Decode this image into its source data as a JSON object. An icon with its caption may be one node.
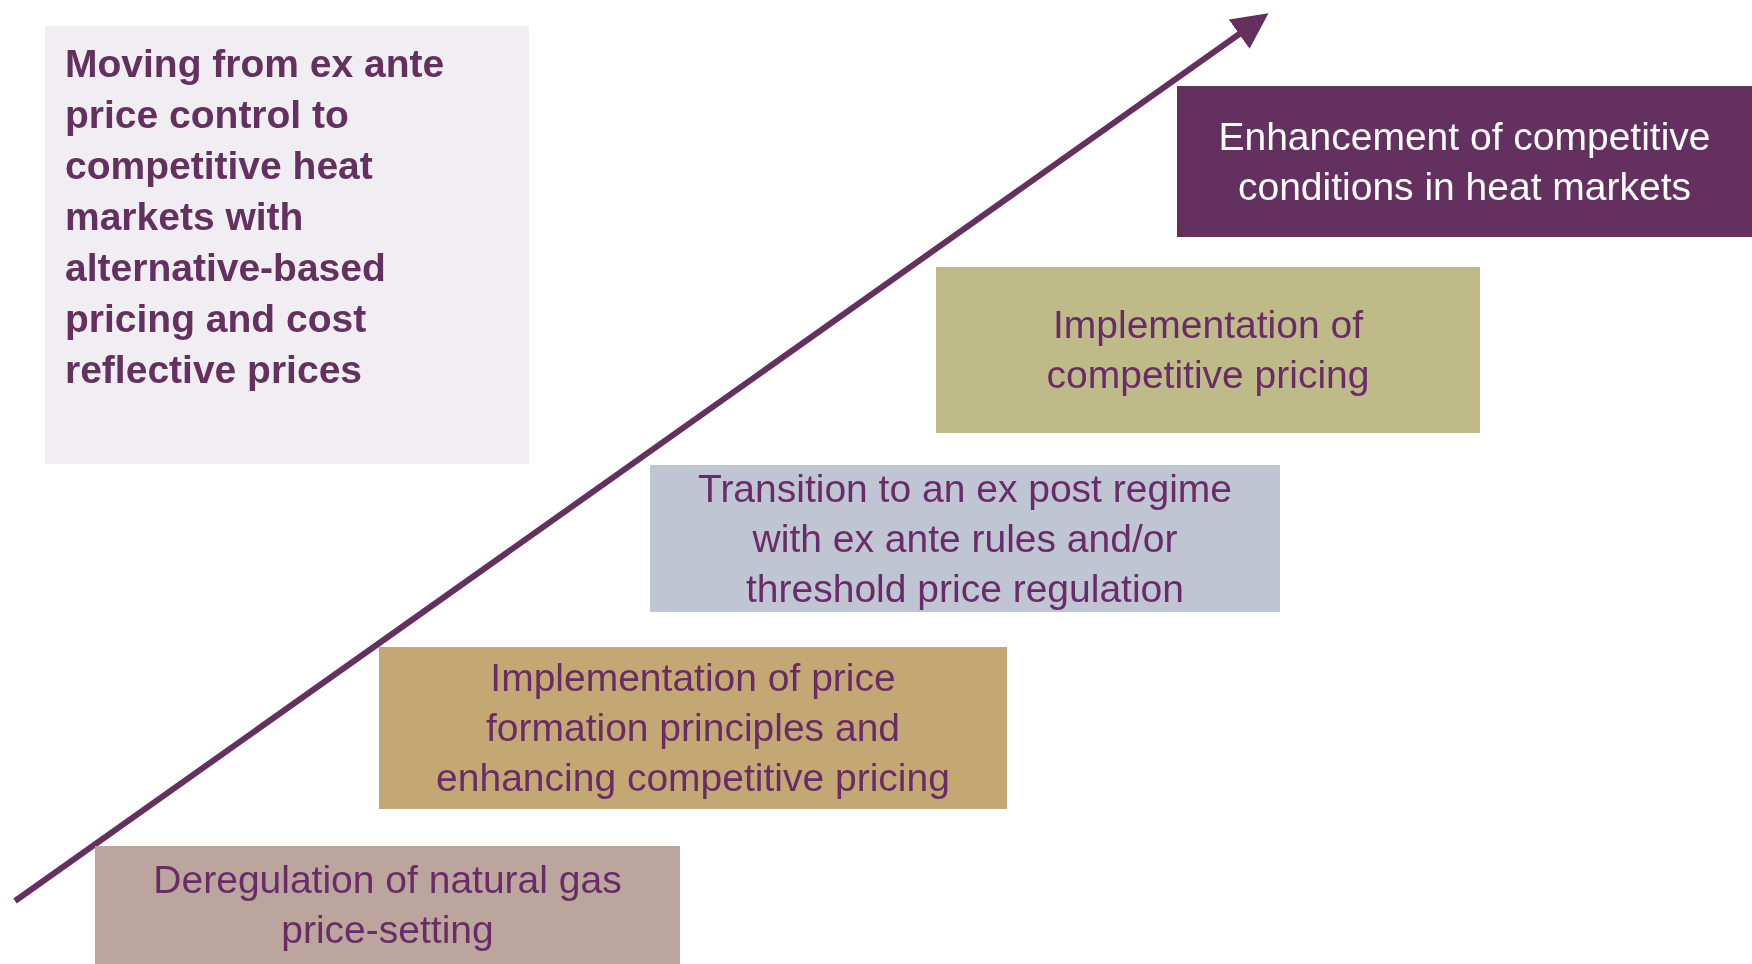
{
  "diagram": {
    "nodes": [
      {
        "text": [
          "Moving from ex ante price control to competitive heat markets with alternative-based pricing and cost reflective prices"
        ]
      },
      {
        "text": [
          "Enhancement of competitive conditions in heat markets"
        ]
      },
      {
        "text": [
          "Implementation of competitive pricing"
        ]
      },
      {
        "text": [
          "Transition to an ex post regime with ex ante rules and/or threshold price regulation"
        ]
      },
      {
        "text": [
          "Implementation of price formation principles and enhancing competitive pricing"
        ]
      },
      {
        "text": [
          "Deregulation of natural gas price-setting"
        ]
      }
    ]
  }
}
